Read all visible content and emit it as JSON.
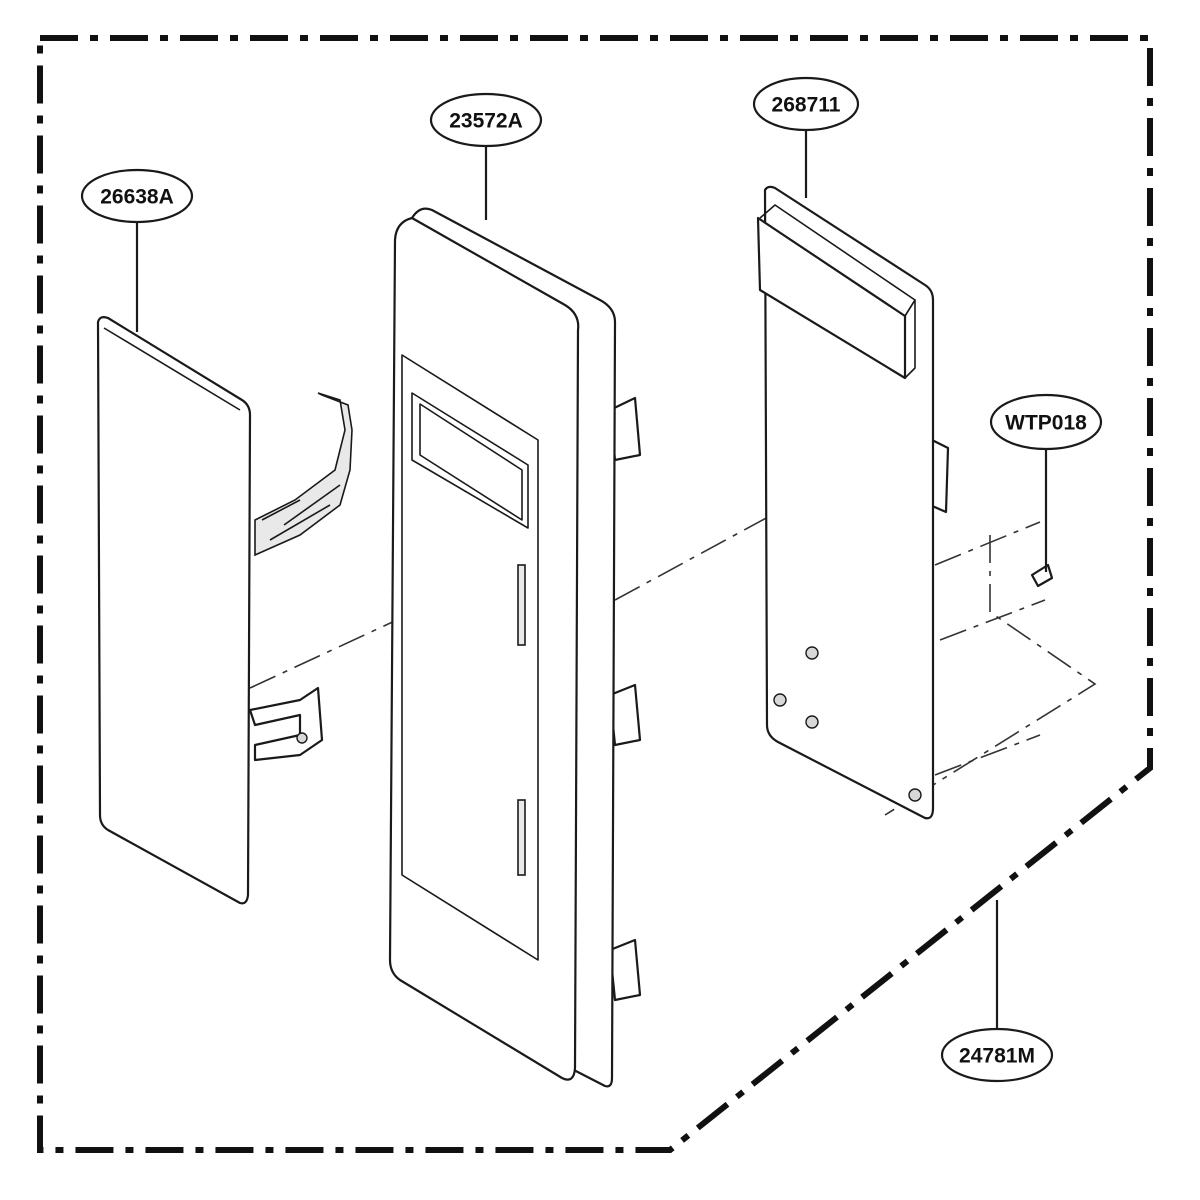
{
  "callouts": [
    {
      "id": "frame",
      "label": "26638A"
    },
    {
      "id": "control-panel",
      "label": "23572A"
    },
    {
      "id": "pcb-assembly",
      "label": "268711"
    },
    {
      "id": "screw",
      "label": "WTP018"
    },
    {
      "id": "panel-assembly",
      "label": "24781M"
    }
  ]
}
